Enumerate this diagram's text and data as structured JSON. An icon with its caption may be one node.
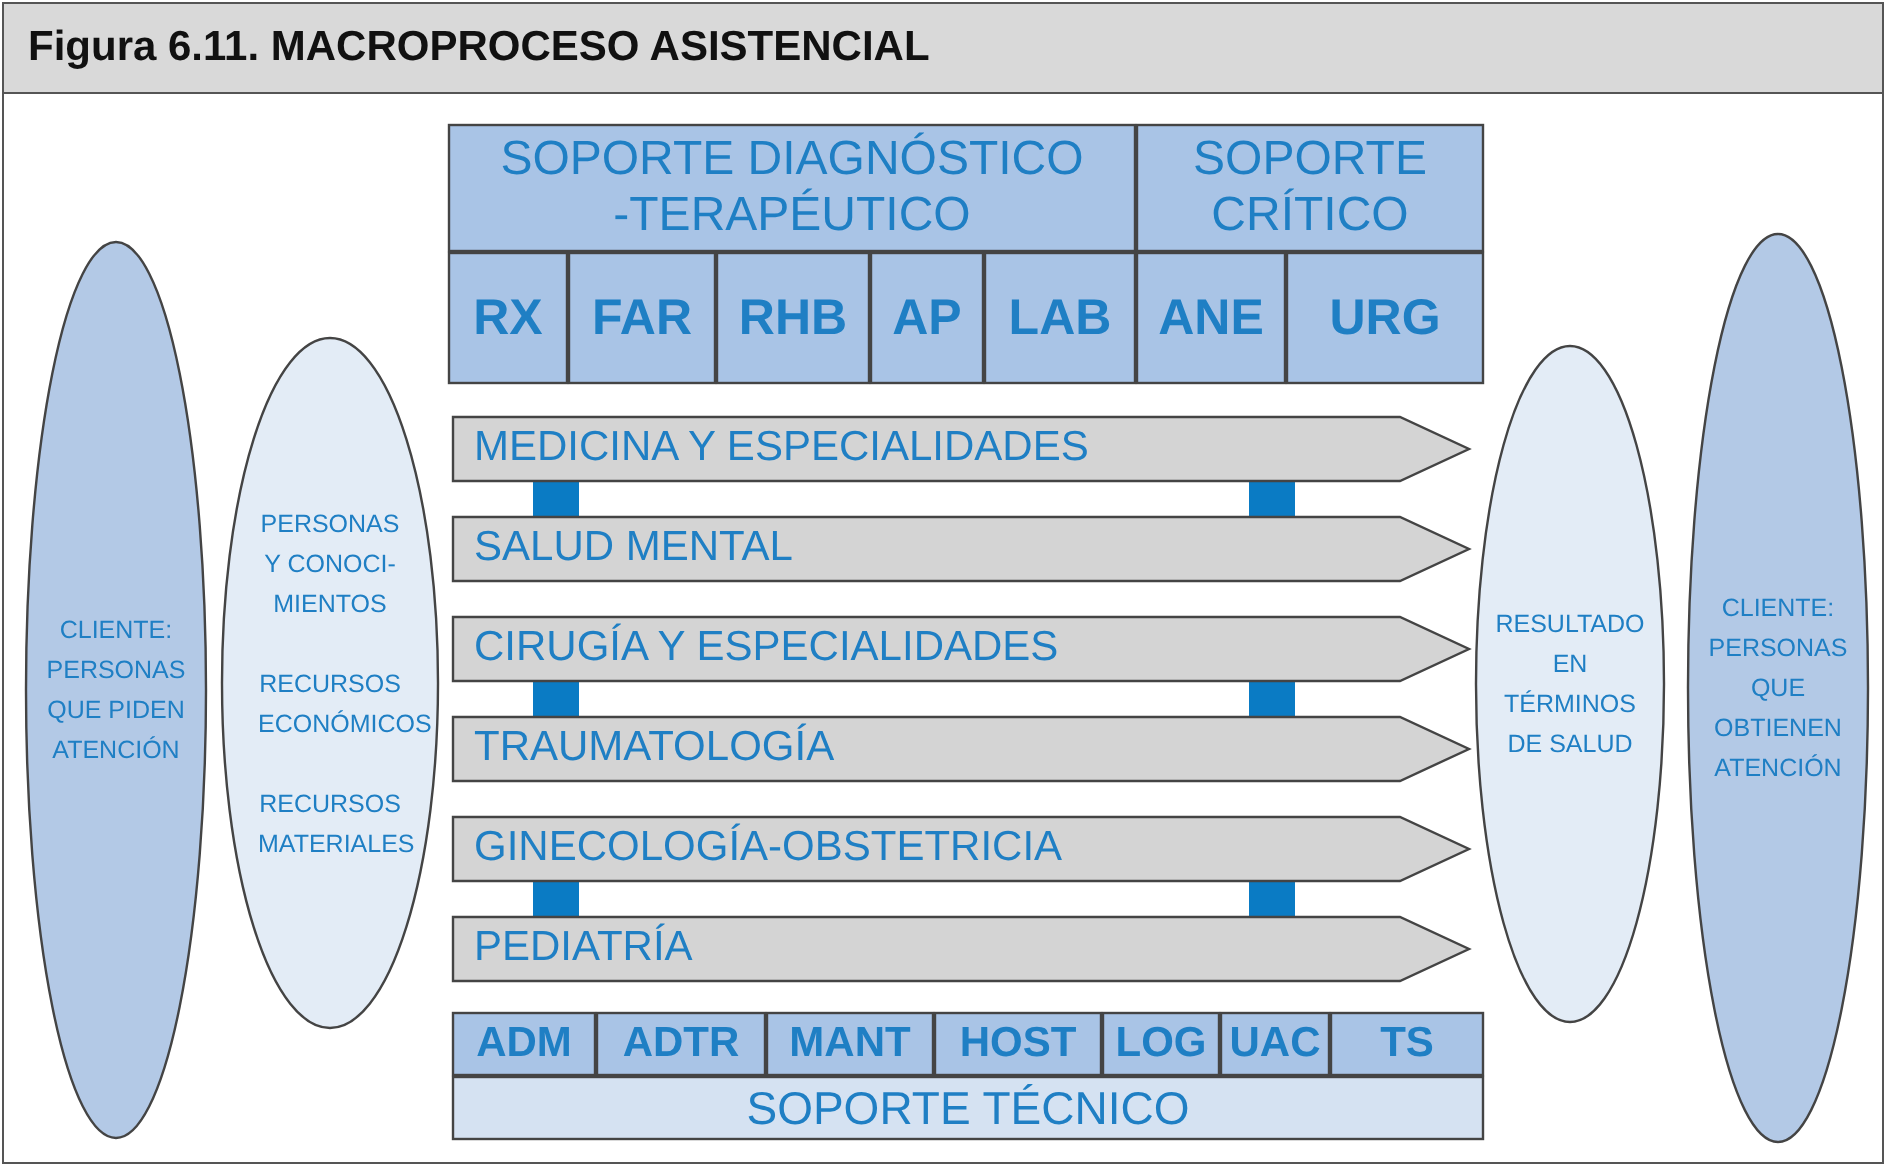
{
  "diagram": {
    "title": "Figura 6.11. MACROPROCESO ASISTENCIAL",
    "nodes": [
      {
        "text": [
          "CLIENTE: PERSONAS QUE PIDEN ATENCIÓN"
        ]
      },
      {
        "text": [
          "PERSONAS Y CONOCI- MIENTOS",
          "RECURSOS ECONÓMICOS",
          "RECURSOS MATERIALES"
        ]
      },
      {
        "text": [
          "SOPORTE DIAGNÓSTICO -TERAPÉUTICO"
        ]
      },
      {
        "text": [
          "SOPORTE CRÍTICO"
        ]
      },
      {
        "text": [
          "RX"
        ]
      },
      {
        "text": [
          "FAR"
        ]
      },
      {
        "text": [
          "RHB"
        ]
      },
      {
        "text": [
          "AP"
        ]
      },
      {
        "text": [
          "LAB"
        ]
      },
      {
        "text": [
          "ANE"
        ]
      },
      {
        "text": [
          "URG"
        ]
      },
      {
        "text": [
          "MEDICINA Y ESPECIALIDADES"
        ]
      },
      {
        "text": [
          "SALUD MENTAL"
        ]
      },
      {
        "text": [
          "CIRUGÍA Y ESPECIALIDADES"
        ]
      },
      {
        "text": [
          "TRAUMATOLOGÍA"
        ]
      },
      {
        "text": [
          "GINECOLOGÍA-OBSTETRICIA"
        ]
      },
      {
        "text": [
          "PEDIATRÍA"
        ]
      },
      {
        "text": [
          "ADM"
        ]
      },
      {
        "text": [
          "ADTR"
        ]
      },
      {
        "text": [
          "MANT"
        ]
      },
      {
        "text": [
          "HOST"
        ]
      },
      {
        "text": [
          "LOG"
        ]
      },
      {
        "text": [
          "UAC"
        ]
      },
      {
        "text": [
          "TS"
        ]
      },
      {
        "text": [
          "SOPORTE TÉCNICO"
        ]
      },
      {
        "text": [
          "RESULTADO EN TÉRMINOS DE SALUD"
        ]
      },
      {
        "text": [
          "CLIENTE: PERSONAS QUE OBTIENEN ATENCIÓN"
        ]
      }
    ],
    "edges": [
      {
        "from": 11,
        "to": 12,
        "arrow": "none"
      },
      {
        "from": 11,
        "to": 12,
        "arrow": "none"
      },
      {
        "from": 13,
        "to": 14,
        "arrow": "none"
      },
      {
        "from": 13,
        "to": 14,
        "arrow": "none"
      },
      {
        "from": 15,
        "to": 16,
        "arrow": "none"
      },
      {
        "from": 15,
        "to": 16,
        "arrow": "none"
      }
    ]
  }
}
